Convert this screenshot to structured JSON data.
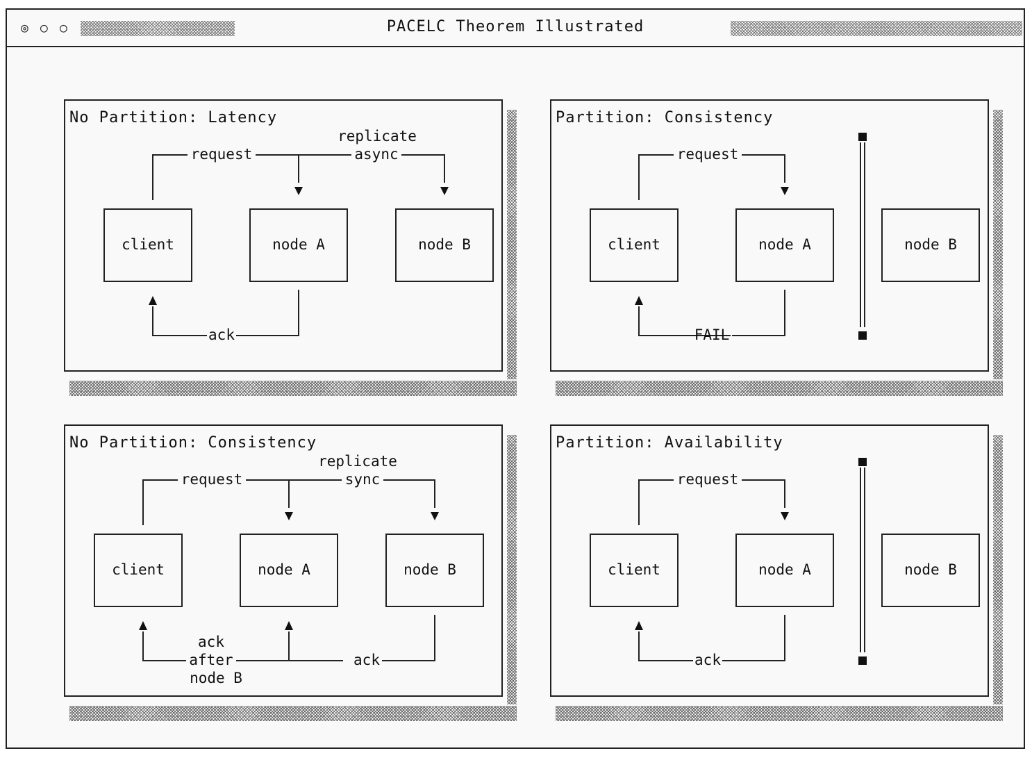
{
  "window": {
    "title": "PACELC Theorem Illustrated",
    "controls": [
      "◎",
      "○",
      "○"
    ]
  },
  "labels": {
    "client": "client",
    "node_a": "node A",
    "node_b": "node B",
    "request": "request",
    "ack": "ack",
    "fail": "FAIL",
    "replicate": "replicate",
    "async": "async",
    "sync": "sync",
    "ack_after_1": "ack",
    "ack_after_2": "after",
    "ack_after_3": "node B"
  },
  "panels": {
    "p1": {
      "title": "No Partition: Latency"
    },
    "p2": {
      "title": "Partition: Consistency"
    },
    "p3": {
      "title": "No Partition: Consistency"
    },
    "p4": {
      "title": "Partition: Availability"
    }
  }
}
